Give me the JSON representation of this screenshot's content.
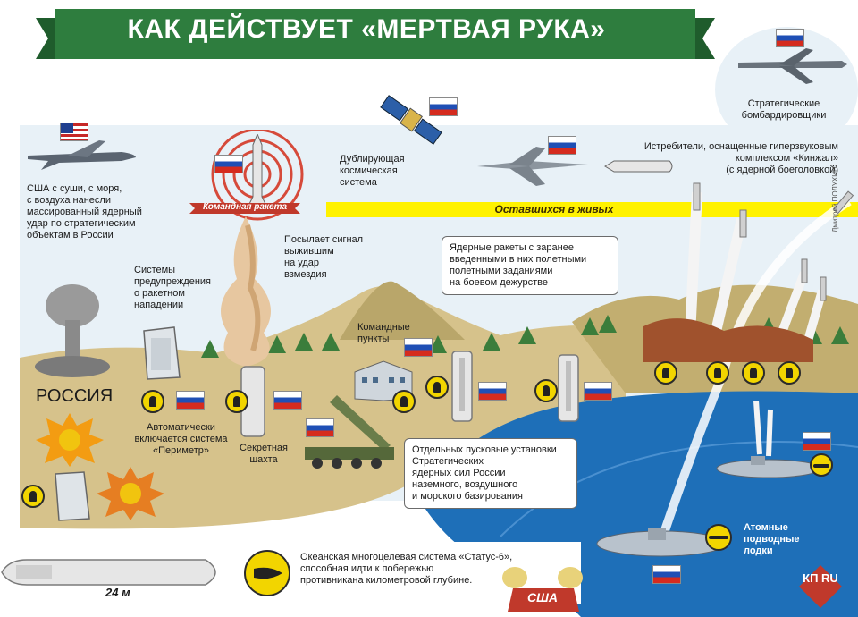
{
  "title": "КАК ДЕЙСТВУЕТ «МЕРТВАЯ РУКА»",
  "band": "Оставшихся в живых",
  "labels": {
    "usa_strike": "США с суши, с моря,\nс воздуха нанесли\nмассированный ядерный\nудар по стратегическим\nобъектам в России",
    "warning": "Системы\nпредупреждения\nо ракетном\nнападении",
    "russia": "РОССИЯ",
    "perimeter": "Автоматически\nвключается система\n«Периметр»",
    "command_rocket": "Командная ракета",
    "signal": "Посылает сигнал\nвыжившим\nна удар\nвзмездия",
    "shaft": "Секретная\nшахта",
    "space": "Дублирующая\nкосмическая\nсистема",
    "command_posts": "Командные\nпункты",
    "bombers": "Стратегические\nбомбардировщики",
    "fighters": "Истребители, оснащенные гиперзвуковым\nкомплексом «Кинжал»\n(с ядерной боеголовкой)",
    "nuclear_missiles": "Ядерные ракеты с заранее\nвведенными в них полетными\nполетными заданиями\nна боевом дежурстве",
    "launchers": "Отдельных пусковые установки\nСтратегических\nядерных сил России\nназемного, воздушного\nи морского базирования",
    "submarines": "Атомные\nподводные\nлодки",
    "status6": "Океанская многоцелевая система «Статус-6»,\nспособная идти к побережью\nпротивникана километровой глубине.",
    "length": "24 м",
    "usa": "США",
    "author": "Дмитрий ПОЛУХИН",
    "logo": "КП\nRU"
  },
  "colors": {
    "banner_green": "#2e7d3e",
    "sky": "#e8f1f7",
    "ground": "#d6c28b",
    "sea": "#1e6fb8",
    "band_yellow": "#fff200",
    "rocket_red": "#c0392b"
  },
  "icons": [
    "us-flag-icon",
    "ru-flag-icon",
    "bomber-icon",
    "satellite-icon",
    "fighter-icon",
    "missile-icon",
    "explosion-icon",
    "mushroom-cloud-icon",
    "radar-icon",
    "truck-launcher-icon",
    "building-icon",
    "submarine-icon",
    "torpedo-icon",
    "nuclear-badge-icon",
    "tree-icon"
  ]
}
